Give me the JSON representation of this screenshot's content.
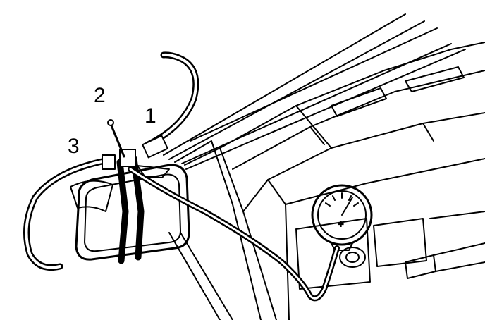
{
  "callouts": [
    {
      "id": "1",
      "label": "1"
    },
    {
      "id": "2",
      "label": "2"
    },
    {
      "id": "3",
      "label": "3"
    }
  ],
  "gauge_face": "✚",
  "colors": {
    "ink": "#000000",
    "paper": "#ffffff"
  }
}
